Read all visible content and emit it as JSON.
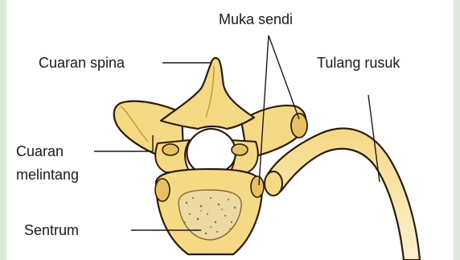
{
  "labels": {
    "spinous_process": "Cuaran spina",
    "articular_surface": "Muka sendi",
    "rib": "Tulang rusuk",
    "transverse_process_line1": "Cuaran",
    "transverse_process_line2": "melintang",
    "centrum": "Sentrum"
  },
  "colors": {
    "background": "#d9ead7",
    "panel": "#ffffff",
    "bone_fill": "#f6d985",
    "bone_shade": "#e8c062",
    "bone_outline": "#2b1d0a",
    "centrum_fill": "#edd9a3",
    "speckle": "#8a6a2c",
    "leader_line": "#1a1a1a"
  }
}
